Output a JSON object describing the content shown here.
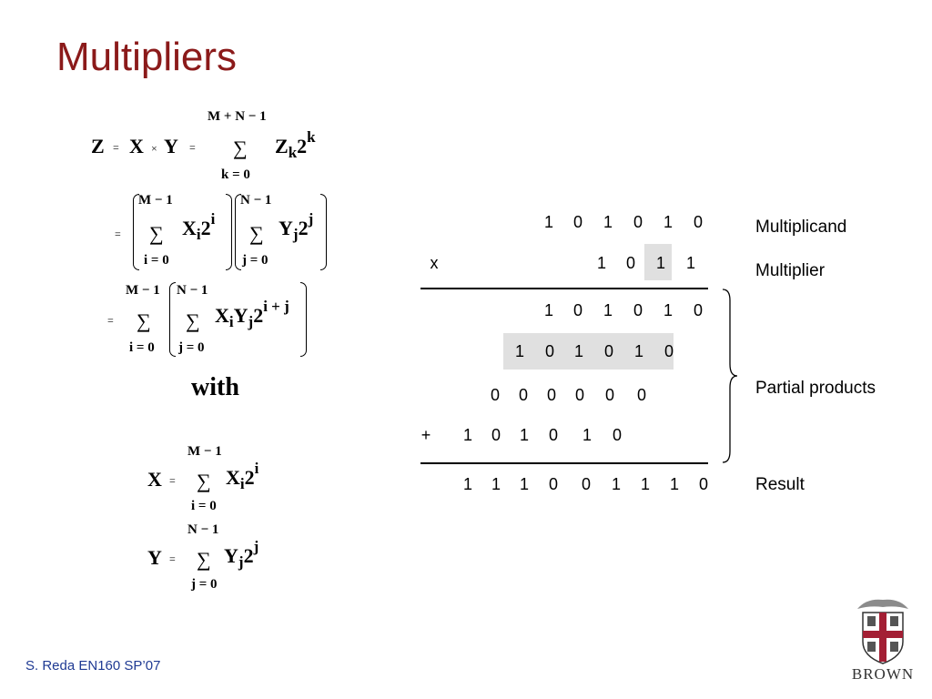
{
  "slide": {
    "title": "Multipliers",
    "footer": "S. Reda EN160 SP’07",
    "logo_text": "BROWN"
  },
  "math": {
    "z": "Z",
    "x": "X",
    "y": "Y",
    "eq": "=",
    "times": "×",
    "sum": "∑",
    "upper_mn": "M + N − 1",
    "lower_k": "k = 0",
    "zk": "Z",
    "k": "k",
    "two": "2",
    "sup_k": "k",
    "upper_m": "M − 1",
    "upper_n": "N − 1",
    "lower_i": "i = 0",
    "lower_j": "j = 0",
    "xi": "X",
    "i": "i",
    "yj": "Y",
    "j": "j",
    "sup_i": "i",
    "sup_j": "j",
    "sup_ij": "i + j",
    "with": "with"
  },
  "multiplication": {
    "multiplicand": [
      "1",
      "0",
      "1",
      "0",
      "1",
      "0"
    ],
    "multiplier_sign": "x",
    "multiplier": [
      "1",
      "0",
      "1",
      "1"
    ],
    "partials": [
      [
        "1",
        "0",
        "1",
        "0",
        "1",
        "0"
      ],
      [
        "1",
        "0",
        "1",
        "0",
        "1",
        "0"
      ],
      [
        "0",
        "0",
        "0",
        "0",
        "0",
        "0"
      ],
      [
        "1",
        "0",
        "1",
        "0",
        "1",
        "0"
      ]
    ],
    "plus_sign": "+",
    "result": [
      "1",
      "1",
      "1",
      "0",
      "0",
      "1",
      "1",
      "1",
      "0"
    ]
  },
  "labels": {
    "multiplicand": "Multiplicand",
    "multiplier": "Multiplier",
    "partial_products": "Partial products",
    "result": "Result"
  }
}
